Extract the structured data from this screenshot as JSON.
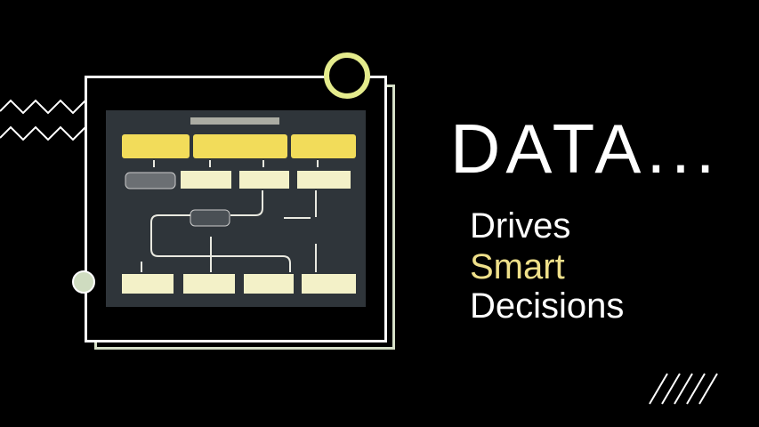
{
  "headline": "DATA...",
  "tagline": {
    "line1": "Drives",
    "line2": "Smart",
    "line3": "Decisions"
  },
  "colors": {
    "background": "#000000",
    "accent_yellow": "#efe08a",
    "ring": "#e4eb8c",
    "sage": "#d5dfc7",
    "diagram_bg": "#2f353a",
    "box_yellow": "#f2dc5a",
    "box_cream": "#f3f1c8"
  }
}
